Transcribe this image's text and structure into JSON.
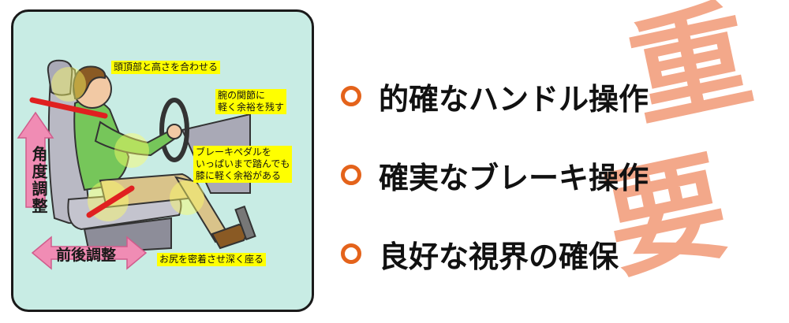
{
  "panel": {
    "notes": {
      "headrest": "頭頂部と高さを合わせる",
      "arm_line1": "腕の関節に",
      "arm_line2": "軽く余裕を残す",
      "brake_line1": "ブレーキペダルを",
      "brake_line2": "いっぱいまで踏んでも",
      "brake_line3": "膝に軽く余裕がある",
      "seat": "お尻を密着させ深く座る"
    },
    "angle_label": "角度調整",
    "front_back_label": "前後調整"
  },
  "watermark": {
    "top": "重",
    "bottom": "要"
  },
  "points": [
    {
      "text": "的確なハンドル操作"
    },
    {
      "text": "確実なブレーキ操作"
    },
    {
      "text": "良好な視界の確保"
    }
  ],
  "colors": {
    "accent": "#e4631b",
    "watermark": "#f3a88a",
    "panel_bg": "#c8ece4",
    "note_bg": "#ffff00",
    "arrow_pink": "#f08cb4"
  }
}
